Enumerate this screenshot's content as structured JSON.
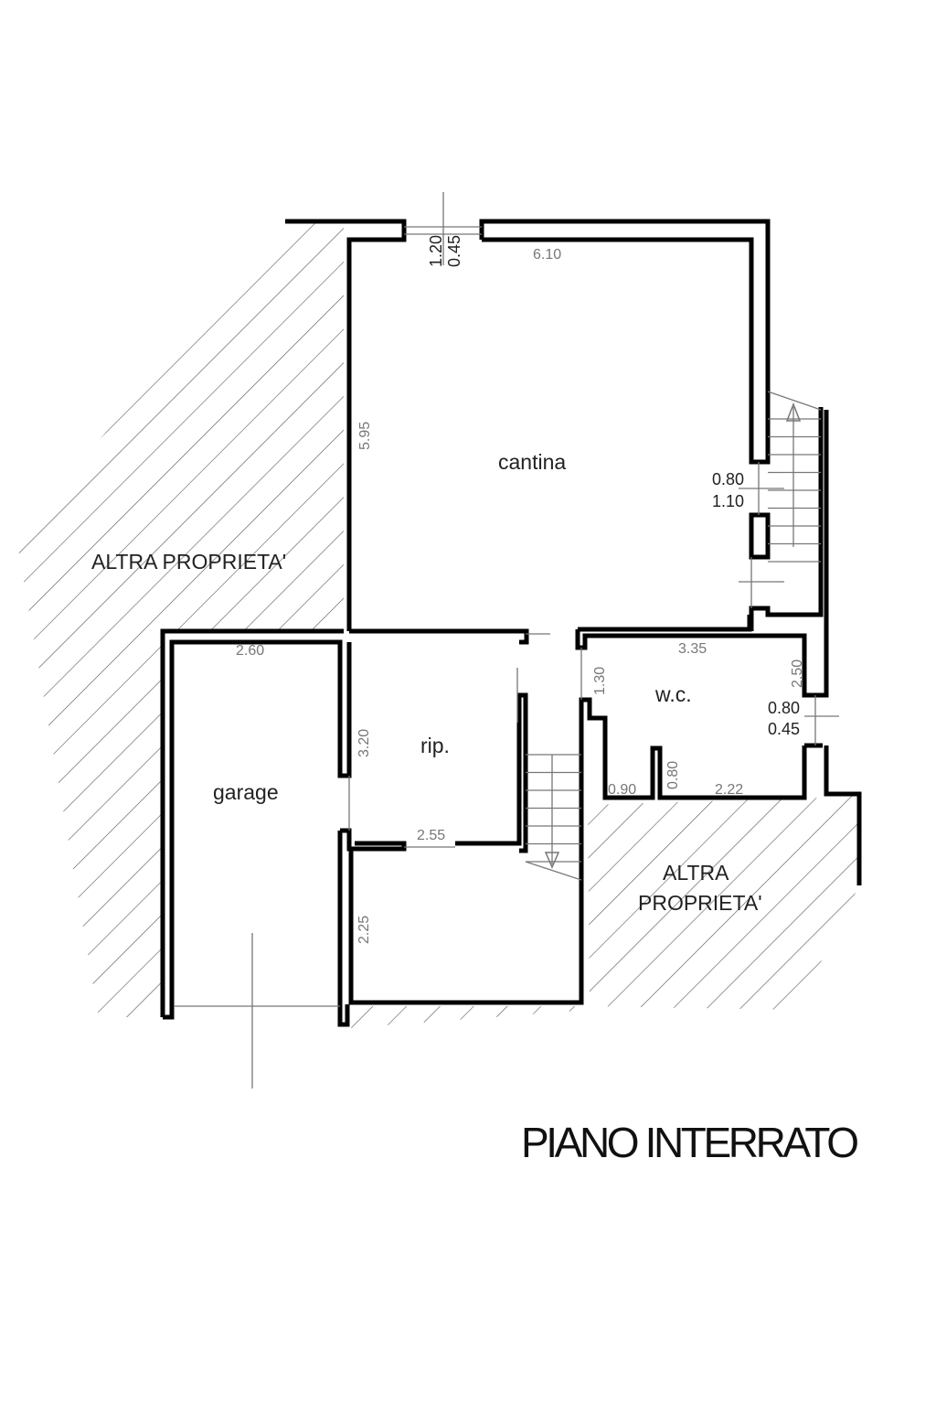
{
  "title": "PIANO INTERRATO",
  "rooms": {
    "cantina": "cantina",
    "wc": "w.c.",
    "rip": "rip.",
    "garage": "garage"
  },
  "neighbors": {
    "left": "ALTRA PROPRIETA'",
    "right_line1": "ALTRA",
    "right_line2": "PROPRIETA'"
  },
  "dimensions": {
    "cantina_width": "6.10",
    "cantina_height": "5.95",
    "window_top_w": "1.20",
    "window_top_h": "0.45",
    "door_right_w": "0.80",
    "door_right_h": "1.10",
    "wc_width": "3.35",
    "wc_height": "2.50",
    "wc_window_w": "0.80",
    "wc_window_h": "0.45",
    "wc_left": "1.30",
    "wc_partition": "0.80",
    "wc_bottom_left": "0.90",
    "wc_bottom_right": "2.22",
    "garage_width": "2.60",
    "rip_height": "3.20",
    "rip_width": "2.55",
    "lower_room_height": "2.25"
  },
  "colors": {
    "wall": "#000000",
    "dimension": "#777777"
  }
}
